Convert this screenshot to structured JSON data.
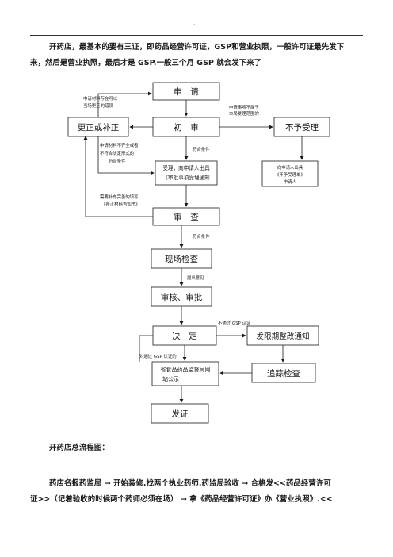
{
  "header": {
    "mark": "."
  },
  "intro": {
    "line1": "开药店，最基本的要有三证，即药品经营许可证，GSP和营业执照，一般许可证最先发下",
    "line2": "来，然后是营业执照，最后才是 GSP.一般三个月 GSP 就会发下来了"
  },
  "flowchart": {
    "boxes": {
      "apply": "申　请",
      "correct": "更正或补正",
      "initial_review": "初　审",
      "reject": "不予受理",
      "accept_line1": "受理，向申请人出具",
      "accept_line2": "《审批事项受理通知",
      "reject_notice_line1": "向申请人出具",
      "reject_notice_line2": "《不予受理单》",
      "reject_notice_line3": "申请人",
      "examine": "审　查",
      "site_inspection": "现场检查",
      "audit_approve": "审核、审批",
      "decision": "决　定",
      "rectify_notice": "发限期整改通知",
      "publicity_line1": "省食品药品监督局网",
      "publicity_line2": "站公示",
      "follow_up": "追踪检查",
      "issue_cert": "发证"
    },
    "notes": {
      "correctable_line1": "申请材料存在可以",
      "correctable_line2": "当场更正的错误",
      "not_in_scope_line1": "申请事项不属于",
      "not_in_scope_line2": "本局受理范围的",
      "incomplete_line1": "申请材料不齐全或者",
      "incomplete_line2": "不符合法定形式的",
      "incomplete_line3": "符合条件",
      "meets_conditions": "符合条件",
      "supplement_line1": "需要补充完善的填写",
      "supplement_line2": "《补正材料告知书》",
      "meets_conditions_2": "符合条件",
      "opinion": "提出意见",
      "not_passed": "不通过 GSP 认证",
      "passed": "对通过 GSP 认证的"
    }
  },
  "section_title": "开药店总流程图：",
  "process": {
    "line1": "药店名报药监局 → 开始装修.找两个执业药师.药监局验收 → 合格发<<药品经营许可",
    "line2": "证>>（记着验收的时候两个药师必须在场） → 拿《药品经营许可证》办《营业执照》.<<"
  },
  "footer": {
    "mark": "."
  }
}
